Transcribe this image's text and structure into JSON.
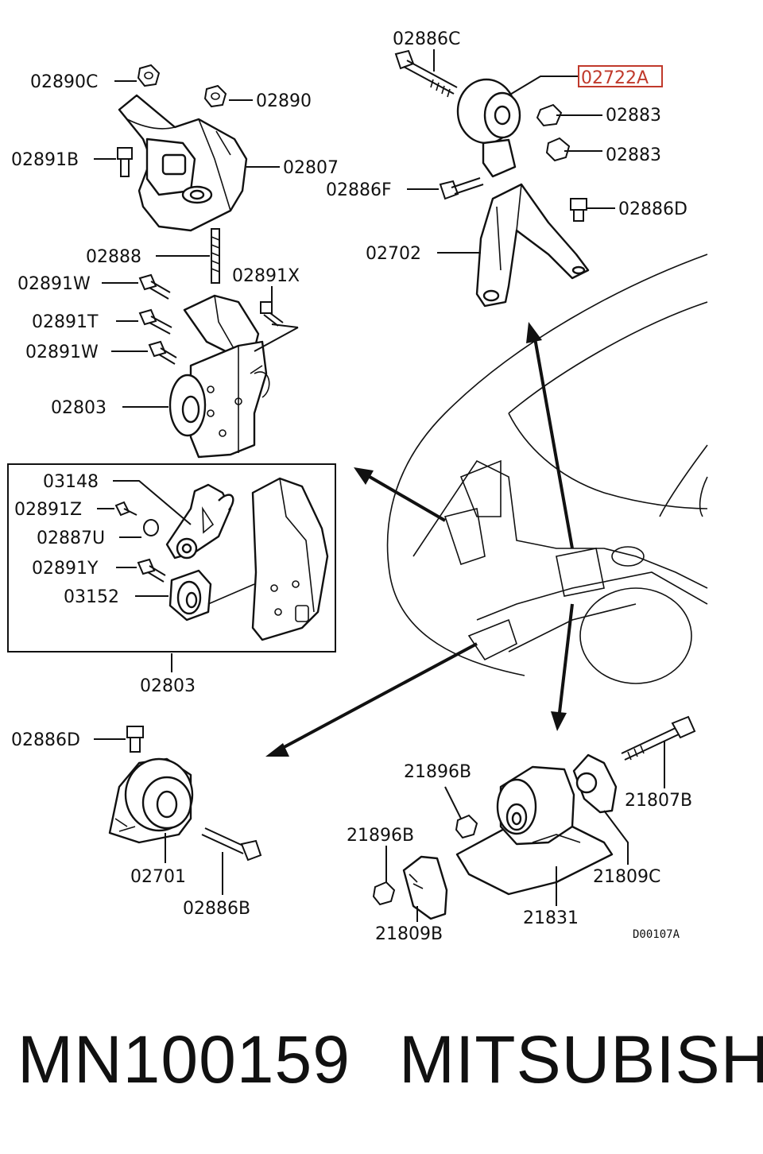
{
  "labels": {
    "l02886C": "02886C",
    "l02722A": "02722A",
    "l02883a": "02883",
    "l02883b": "02883",
    "l02886F": "02886F",
    "l02886D_top": "02886D",
    "l02702": "02702",
    "l02890C": "02890C",
    "l02890": "02890",
    "l02891B": "02891B",
    "l02807": "02807",
    "l02888": "02888",
    "l02891W_a": "02891W",
    "l02891X": "02891X",
    "l02891T": "02891T",
    "l02891W_b": "02891W",
    "l02803_a": "02803",
    "l03148": "03148",
    "l02891Z": "02891Z",
    "l02887U": "02887U",
    "l02891Y": "02891Y",
    "l03152": "03152",
    "l02803_b": "02803",
    "l02886D_bot": "02886D",
    "l02701": "02701",
    "l02886B": "02886B",
    "l21896B_a": "21896B",
    "l21896B_b": "21896B",
    "l21807B": "21807B",
    "l21809C": "21809C",
    "l21809B": "21809B",
    "l21831": "21831",
    "drawing_code": "D00107A"
  },
  "highlight_color": "#c0392b",
  "footer": {
    "part_number": "MN100159",
    "brand": "MITSUBISHI"
  }
}
